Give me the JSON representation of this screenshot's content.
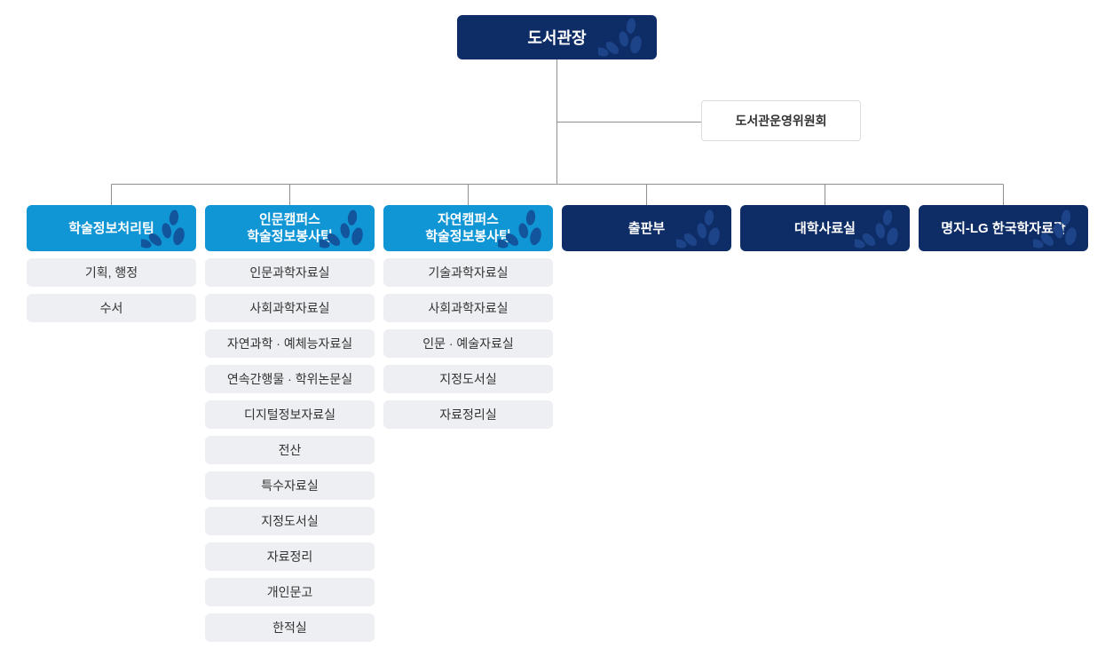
{
  "root": {
    "label": "도서관장"
  },
  "committee": {
    "label": "도서관운영위원회"
  },
  "colors": {
    "navy": "#0e2d66",
    "light_blue": "#1095d5",
    "leaf_on_navy": "#1d4489",
    "leaf_on_blue": "#13559c",
    "item_bg": "#edeff3",
    "line": "#909090",
    "committee_border": "#dcdcdc",
    "item_text": "#333333"
  },
  "teams": [
    {
      "label": "학술정보처리팀",
      "style": "light",
      "items": [
        "기획, 행정",
        "수서"
      ]
    },
    {
      "label": "인문캠퍼스\n학술정보봉사팀",
      "style": "light",
      "items": [
        "인문과학자료실",
        "사회과학자료실",
        "자연과학 · 예체능자료실",
        "연속간행물 · 학위논문실",
        "디지털정보자료실",
        "전산",
        "특수자료실",
        "지정도서실",
        "자료정리",
        "개인문고",
        "한적실"
      ]
    },
    {
      "label": "자연캠퍼스\n학술정보봉사팀",
      "style": "light",
      "items": [
        "기술과학자료실",
        "사회과학자료실",
        "인문 · 예술자료실",
        "지정도서실",
        "자료정리실"
      ]
    },
    {
      "label": "출판부",
      "style": "dark",
      "items": []
    },
    {
      "label": "대학사료실",
      "style": "dark",
      "items": []
    },
    {
      "label": "명지-LG 한국학자료관",
      "style": "dark",
      "items": []
    }
  ]
}
